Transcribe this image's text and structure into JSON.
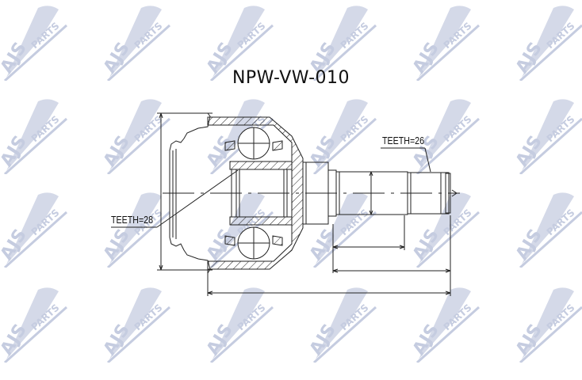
{
  "title": "NPW-VW-010",
  "labels": {
    "teeth_outer": "TEETH=28",
    "teeth_inner": "TEETH=26"
  },
  "watermark": {
    "text_main": "AJS",
    "text_sub": "PARTS",
    "color": "#c5cce0"
  },
  "drawing": {
    "part": "CV joint (inner) cross-section",
    "line_color": "#222222"
  }
}
